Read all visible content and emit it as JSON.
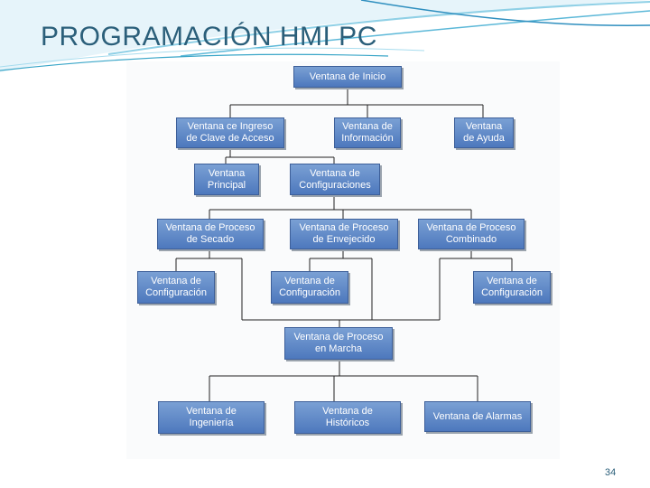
{
  "slide": {
    "title": "PROGRAMACIÓN HMI PC",
    "page_number": "34"
  },
  "nodes": {
    "inicio": "Ventana de Inicio",
    "ingreso": "Ventana ce Ingreso\nde Clave de Acceso",
    "informacion": "Ventana de\nInformación",
    "ayuda": "Ventana\nde Ayuda",
    "principal": "Ventana\nPrincipal",
    "configuraciones": "Ventana de\nConfiguraciones",
    "secado": "Ventana de Proceso\nde Secado",
    "envejecido": "Ventana de Proceso\nde Envejecido",
    "combinado": "Ventana de Proceso\nCombinado",
    "config1": "Ventana de\nConfiguración",
    "config2": "Ventana de\nConfiguración",
    "config3": "Ventana de\nConfiguración",
    "marcha": "Ventana de Proceso\nen Marcha",
    "ingenieria": "Ventana de\nIngeniería",
    "historicos": "Ventana de\nHistóricos",
    "alarmas": "Ventana de Alarmas"
  },
  "colors": {
    "node_fill": "#5b84c6",
    "title": "#2b5f7a",
    "accent": "#3aa6c8"
  }
}
